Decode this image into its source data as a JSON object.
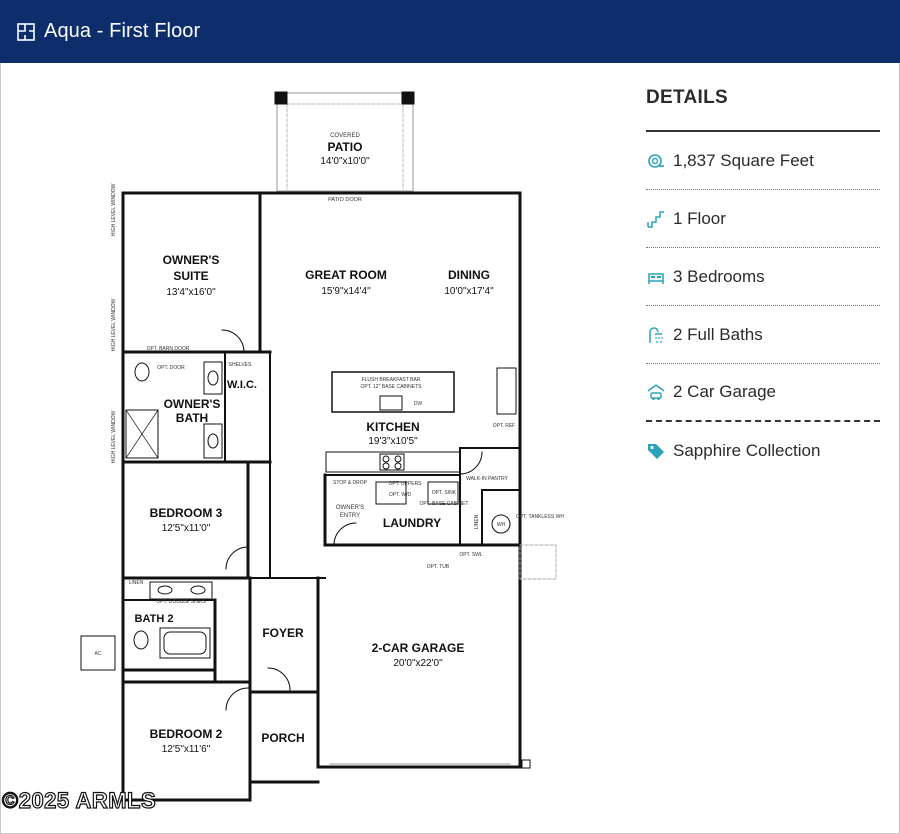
{
  "header": {
    "title": "Aqua - First Floor",
    "icon": "floorplan-icon",
    "background": "#0d2d6b"
  },
  "plan": {
    "rooms": {
      "patio_note": "COVERED",
      "patio": "PATIO",
      "patio_dim": "14'0\"x10'0\"",
      "patio_door": "PATIO DOOR",
      "owners_suite_1": "OWNER'S",
      "owners_suite_2": "SUITE",
      "owners_suite_dim": "13'4\"x16'0\"",
      "great_room": "GREAT ROOM",
      "great_room_dim": "15'9\"x14'4\"",
      "dining": "DINING",
      "dining_dim": "10'0\"x17'4\"",
      "wic": "W.I.C.",
      "owners_bath_1": "OWNER'S",
      "owners_bath_2": "BATH",
      "kitchen": "KITCHEN",
      "kitchen_dim": "19'3\"x10'5\"",
      "bedroom3": "BEDROOM 3",
      "bedroom3_dim": "12'5\"x11'0\"",
      "laundry": "LAUNDRY",
      "owners_entry_1": "OWNER'S",
      "owners_entry_2": "ENTRY",
      "bath2": "BATH 2",
      "foyer": "FOYER",
      "garage": "2-CAR GARAGE",
      "garage_dim": "20'0\"x22'0\"",
      "porch": "PORCH",
      "bedroom2": "BEDROOM 2",
      "bedroom2_dim": "12'5\"x11'6\""
    },
    "notes": {
      "high_level_window": "HIGH LEVEL WINDOW",
      "opt_barn_door": "OPT. BARN DOOR",
      "shelves": "SHELVES",
      "opt_door": "OPT. DOOR",
      "flush_bar": "FLUSH BREAKFAST BAR",
      "opt_base_cabinets": "OPT. 12\" BASE CABINETS",
      "dw": "DW",
      "opt_ref": "OPT. REF",
      "walk_in_pantry": "WALK-IN PANTRY",
      "stop_drop": "STOP & DROP",
      "opt_uppers": "OPT. UPPERS",
      "opt_wd": "OPT. W/D",
      "opt_sink": "OPT. SINK",
      "opt_base_cabinet": "OPT. BASE CABINET",
      "linen": "LINEN",
      "wh": "WH",
      "opt_tankless": "OPT. TANKLESS WH",
      "opt_tub": "OPT. TUB",
      "opt_swl": "OPT. SWL",
      "opt_double_sinks": "OPT. DOUBLE SINKS",
      "ac": "AC"
    }
  },
  "details": {
    "title": "DETAILS",
    "items": [
      {
        "icon": "square-feet-icon",
        "label": "1,837 Square Feet"
      },
      {
        "icon": "stairs-icon",
        "label": "1 Floor"
      },
      {
        "icon": "bed-icon",
        "label": "3 Bedrooms"
      },
      {
        "icon": "shower-icon",
        "label": "2 Full Baths"
      },
      {
        "icon": "garage-icon",
        "label": "2 Car Garage"
      },
      {
        "icon": "tag-icon",
        "label": "Sapphire Collection"
      }
    ],
    "icon_color": "#2aa3b8"
  },
  "watermark": "©2025 ARMLS"
}
